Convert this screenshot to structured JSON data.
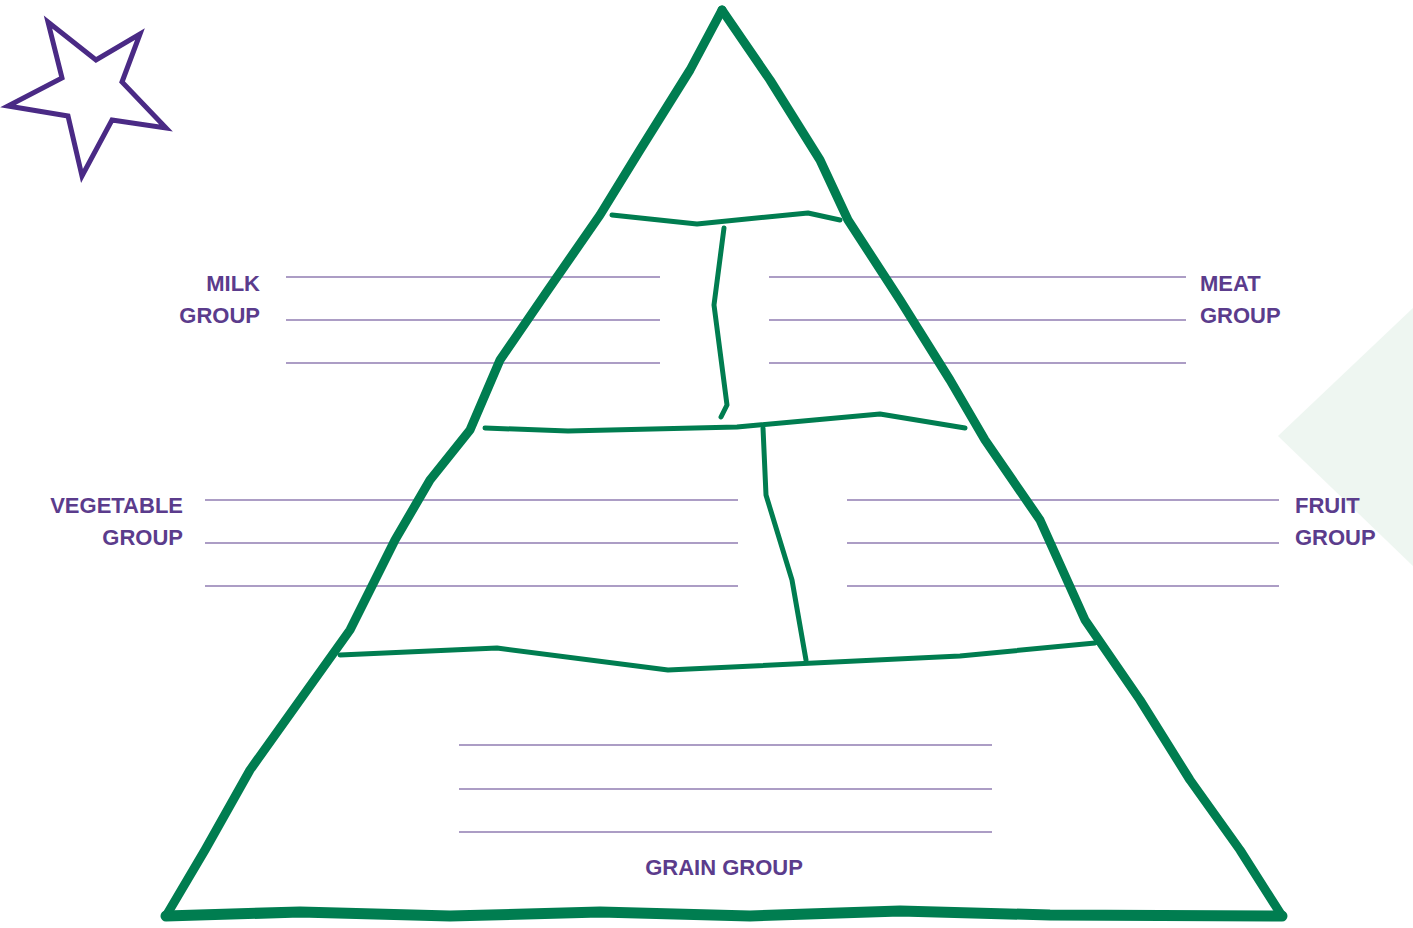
{
  "diagram": {
    "nodes": [
      {
        "text": [
          "MILK GROUP"
        ]
      },
      {
        "text": [
          "MEAT GROUP"
        ]
      },
      {
        "text": [
          "VEGETABLE GROUP"
        ]
      },
      {
        "text": [
          "FRUIT GROUP"
        ]
      },
      {
        "text": [
          "GRAIN GROUP"
        ]
      }
    ]
  }
}
